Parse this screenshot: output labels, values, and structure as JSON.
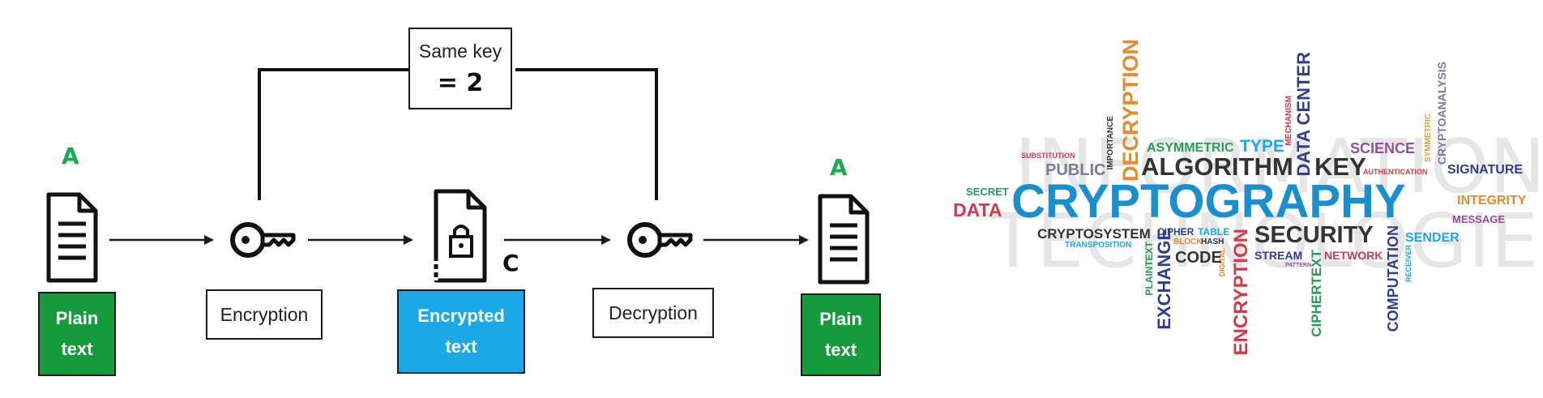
{
  "diagram": {
    "key_box": {
      "line1": "Same key",
      "line2": "= 2"
    },
    "plain_left": {
      "letter": "A",
      "label_line1": "Plain",
      "label_line2": "text",
      "fill": "#159a3c"
    },
    "encryption_label": "Encryption",
    "encrypted": {
      "letter": "C",
      "label_line1": "Encrypted",
      "label_line2": "text",
      "fill": "#1aa9e8"
    },
    "decryption_label": "Decryption",
    "plain_right": {
      "letter": "A",
      "label_line1": "Plain",
      "label_line2": "text",
      "fill": "#159a3c"
    },
    "letter_color": "#1aaa50"
  },
  "wordcloud": {
    "background_words": [
      "INFORMATION",
      "TECHNOLOGIES"
    ],
    "words": {
      "cryptography": "CRYPTOGRAPHY",
      "algorithm": "ALGORITHM",
      "key": "KEY",
      "security": "SECURITY",
      "data": "DATA",
      "decryption": "DECRYPTION",
      "encryption": "ENCRYPTION",
      "data_center": "DATA CENTER",
      "exchange": "EXCHANGE",
      "computation": "COMPUTATION",
      "ciphertext": "CIPHERTEXT",
      "cryptosystem": "CRYPTOSYSTEM",
      "code": "CODE",
      "public": "PUBLIC",
      "asymmetric": "ASYMMETRIC",
      "type": "TYPE",
      "science": "SCIENCE",
      "signature": "SIGNATURE",
      "integrity": "INTEGRITY",
      "message": "MESSAGE",
      "sender": "SENDER",
      "network": "NETWORK",
      "stream": "STREAM",
      "secret": "SECRET",
      "substitution": "SUBSTITUTION",
      "importance": "IMPORTANCE",
      "mechanism": "MECHANISM",
      "authentication": "AUTHENTICATION",
      "symmetric": "SYMMETRIC",
      "cryptoanalysis": "CRYPTOANALYSIS",
      "cipher": "CIPHER",
      "table": "TABLE",
      "block": "BLOCK",
      "hash": "HASH",
      "transposition": "TRANSPOSITION",
      "plaintext": "PLAINTEXT",
      "digital": "DIGITAL",
      "pattern": "PATTERN",
      "receiver": "RECEIVER"
    }
  }
}
